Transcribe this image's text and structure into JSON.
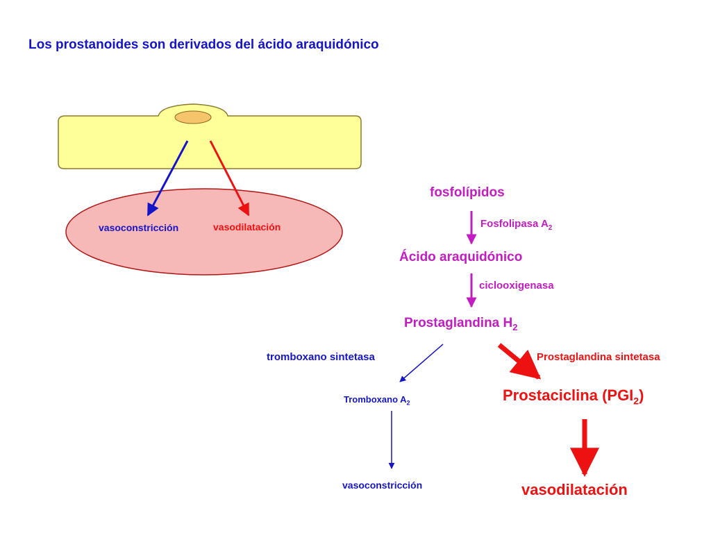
{
  "title": "Los prostanoides son derivados del ácido araquidónico",
  "cell": {
    "left_label": "vasoconstricción",
    "right_label": "vasodilatación"
  },
  "pathway": {
    "fosfolipidos": "fosfolípidos",
    "fosfolipasa": "Fosfolipasa A",
    "fosfolipasa_sub": "2",
    "acido": "Ácido araquidónico",
    "ciclooxigenasa": "ciclooxigenasa",
    "pgh2": "Prostaglandina H",
    "pgh2_sub": "2",
    "tromboxano_sintetasa": "tromboxano sintetasa",
    "prostaglandina_sintetasa": "Prostaglandina sintetasa",
    "tromboxano": "Tromboxano A",
    "tromboxano_sub": "2",
    "prostaciclina": "Prostaciclina (PGI",
    "prostaciclina_sub": "2",
    "prostaciclina_close": ")",
    "vasoconstriccion": "vasoconstricción",
    "vasodilatacion": "vasodilatación"
  },
  "colors": {
    "blue": "#1515c8",
    "red": "#ee1111",
    "magenta": "#c21cc2",
    "cell_fill": "#ffff99",
    "ellipse_fill": "#f7b8b8",
    "nucleus_fill": "#f6c46a"
  }
}
